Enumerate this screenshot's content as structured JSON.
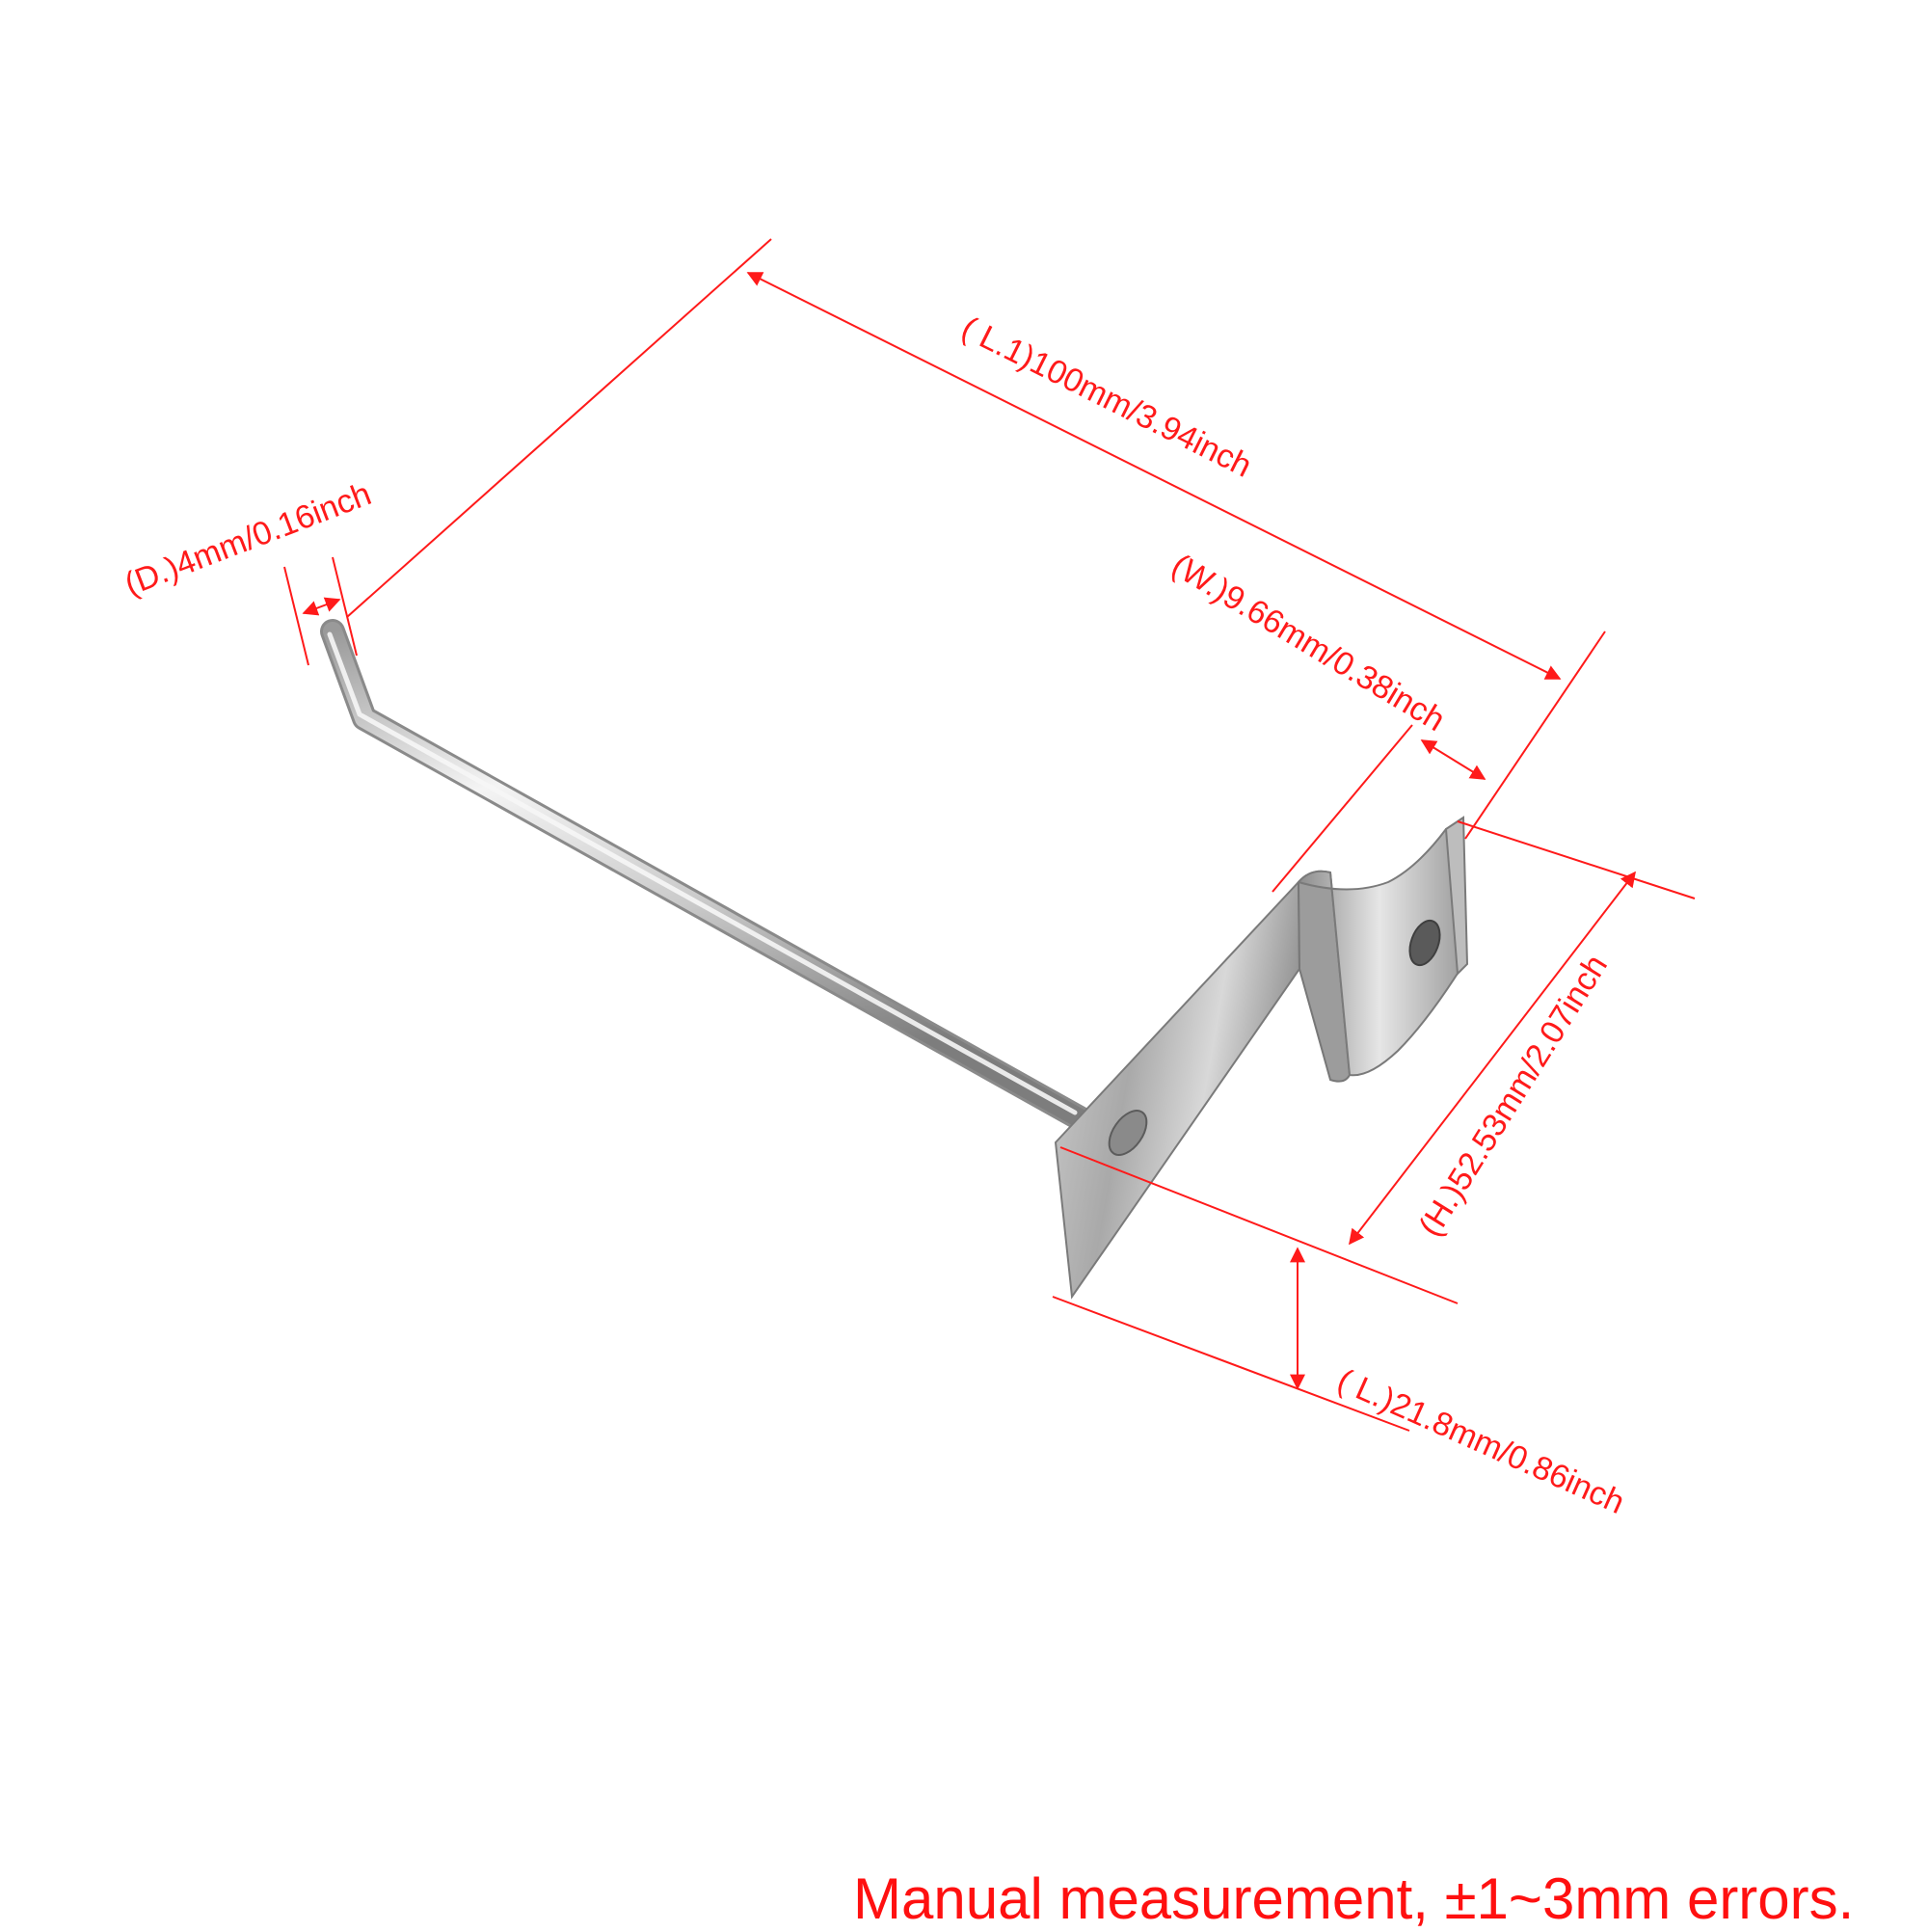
{
  "colors": {
    "dimension": "#ff1a1a",
    "metal_light": "#e2e2e2",
    "metal_dark": "#8a8a8a",
    "background": "#ffffff"
  },
  "dimensions": {
    "diameter": "(D.)4mm/0.16inch",
    "length_rod": "( L.1)100mm/3.94inch",
    "width": "(W.)9.66mm/0.38inch",
    "height": "(H.)52.53mm/2.07inch",
    "length_plate": "( L.)21.8mm/0.86inch"
  },
  "note": "Manual measurement,  ±1~3mm errors."
}
